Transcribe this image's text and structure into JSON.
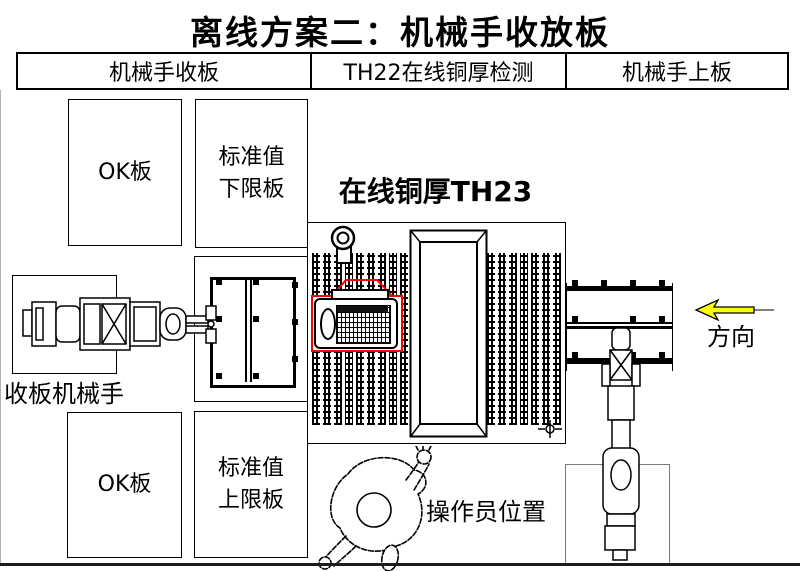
{
  "title": "离线方案二：机械手收放板",
  "header": {
    "cells": [
      {
        "label": "机械手收板"
      },
      {
        "label": "TH22在线铜厚检测"
      },
      {
        "label": "机械手上板"
      }
    ]
  },
  "panels": {
    "ok_top": {
      "label": "OK板"
    },
    "lower_limit": {
      "line1": "标准值",
      "line2": "下限板"
    },
    "ok_bottom": {
      "label": "OK板"
    },
    "upper_limit": {
      "line1": "标准值",
      "line2": "上限板"
    }
  },
  "labels": {
    "online_copper": "在线铜厚TH23",
    "collect_robot": "收板机械手",
    "operator_position": "操作员位置",
    "direction": "方向"
  },
  "icons": {
    "direction_arrow": "left-arrow",
    "collect_robot_figure": "horizontal-robot-arm",
    "load_robot_figure": "vertical-robot-arm",
    "operator_figure": "person-top-view",
    "scanner_head": "copper-thickness-scanner",
    "hook": "hanger-ring",
    "datum_marker": "crosshair"
  },
  "colors": {
    "line": "#000000",
    "highlight_red": "#ff0000",
    "arrow_yellow": "#ffff00",
    "box_gray": "#7a7a7a"
  }
}
